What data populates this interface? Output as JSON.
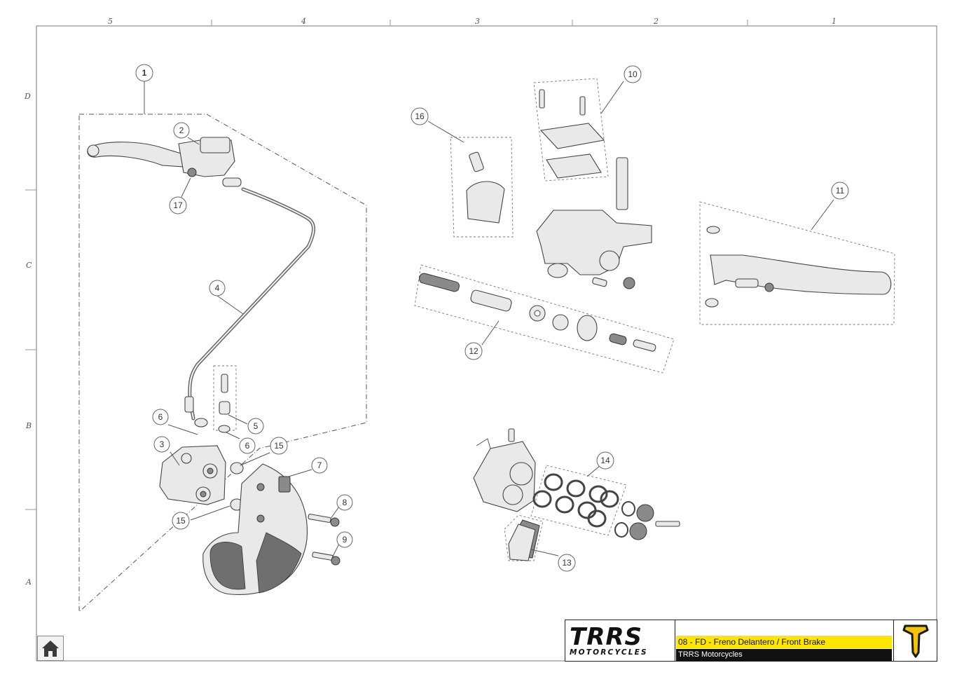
{
  "grid": {
    "columns": [
      "5",
      "4",
      "3",
      "2",
      "1"
    ],
    "rows": [
      "D",
      "C",
      "B",
      "A"
    ]
  },
  "callouts": [
    "1",
    "2",
    "17",
    "4",
    "5",
    "6",
    "6",
    "3",
    "15",
    "15",
    "7",
    "8",
    "9",
    "16",
    "10",
    "11",
    "12",
    "14",
    "13"
  ],
  "title_block": {
    "brand": "TRRS",
    "brand_sub": "MOTORCYCLES",
    "drawing_title": "08 - FD - Freno Delantero / Front Brake",
    "company": "TRRS Motorcycles"
  },
  "nav": {
    "home_icon": "home-icon"
  },
  "colors": {
    "title_bar": "#ffe600",
    "company_bar": "#111111",
    "brand_accent": "#e30613",
    "emblem": "#f2c500"
  }
}
